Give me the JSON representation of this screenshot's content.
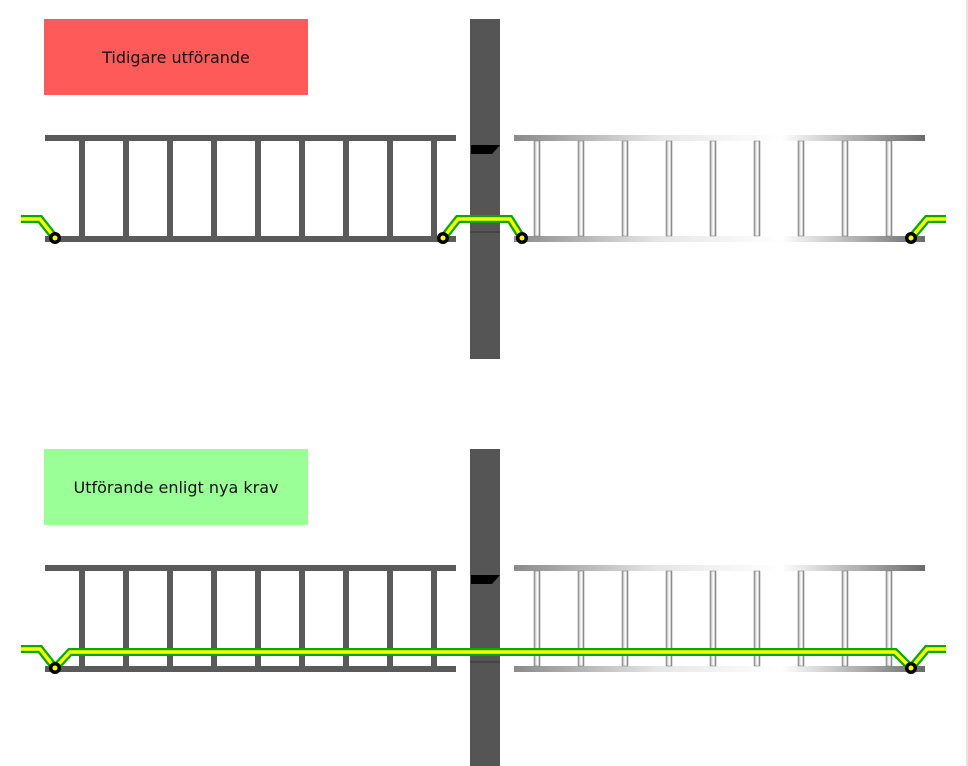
{
  "panels": [
    {
      "id": "old",
      "label": "Tidigare utförande",
      "color": "#ff5a5a"
    },
    {
      "id": "new",
      "label": "Utförande enligt nya krav",
      "color": "#9aff96"
    }
  ],
  "colors": {
    "wall": "#555555",
    "ladder_dark": "#5a5a5a",
    "ladder_light": "#c8c8c8",
    "conductor_outer": "#00aa00",
    "conductor_inner": "#ffff00",
    "node": "#000000"
  }
}
